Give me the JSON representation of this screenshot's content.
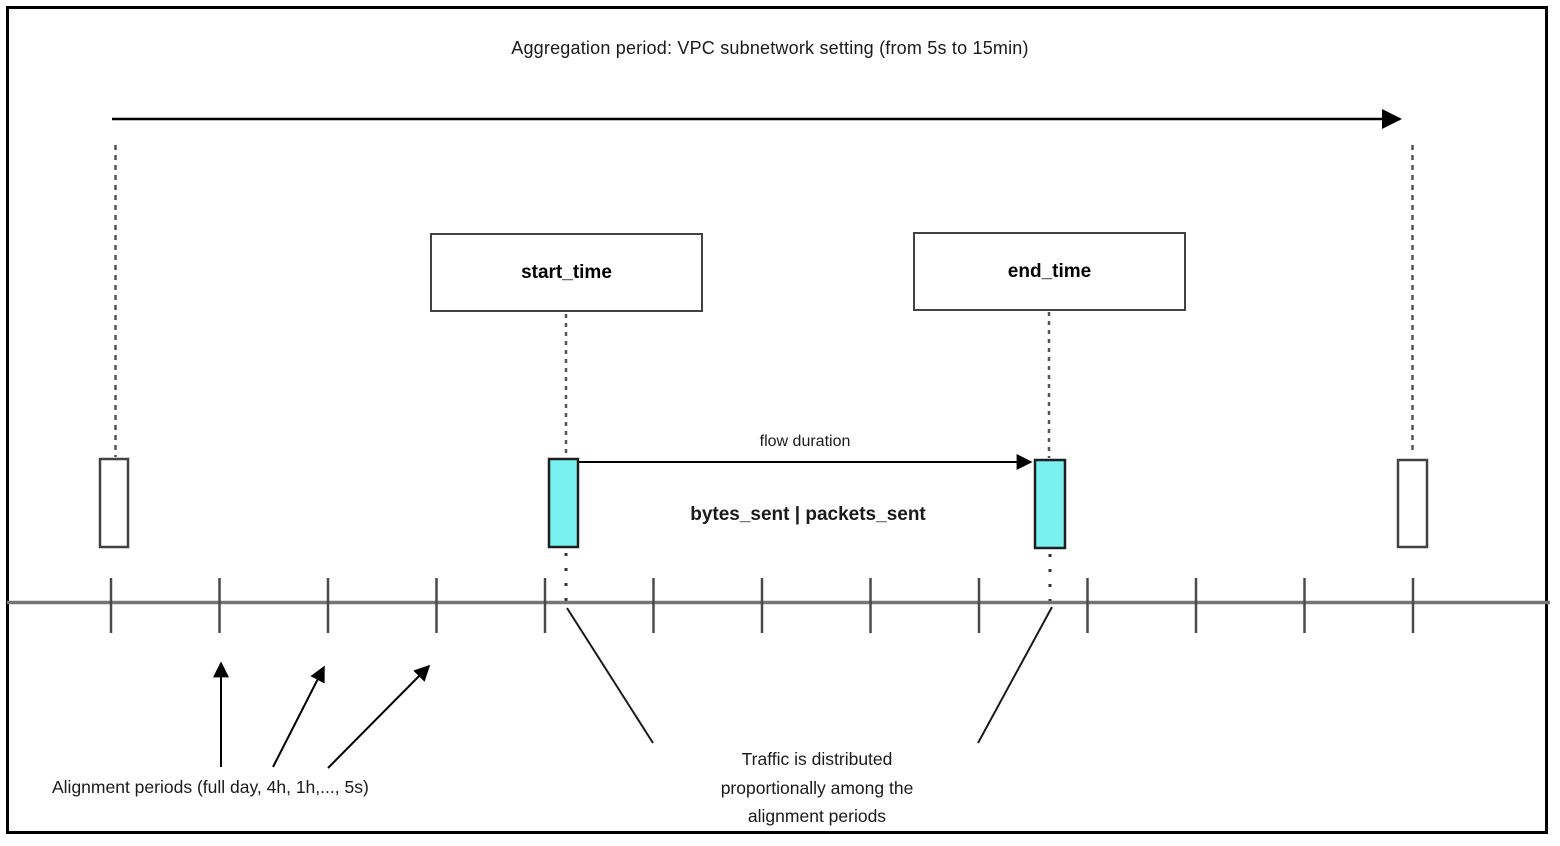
{
  "diagram": {
    "title": "Aggregation period: VPC subnetwork setting (from 5s to 15min)",
    "boxes": {
      "start_time_label": "start_time",
      "end_time_label": "end_time"
    },
    "flow": {
      "duration_label": "flow duration",
      "metrics_label": "bytes_sent | packets_sent"
    },
    "annotations": {
      "alignment_periods_label": "Alignment periods (full day, 4h, 1h,..., 5s)",
      "traffic_note": "Traffic is distributed\nproportionally among the\nalignment periods"
    },
    "colors": {
      "flow_interval_fill": "#7AF1F1",
      "timeline_line": "#757575",
      "tick_line": "#4a4a4a",
      "arrow_line": "#000000",
      "shape_stroke": "#424242"
    }
  }
}
